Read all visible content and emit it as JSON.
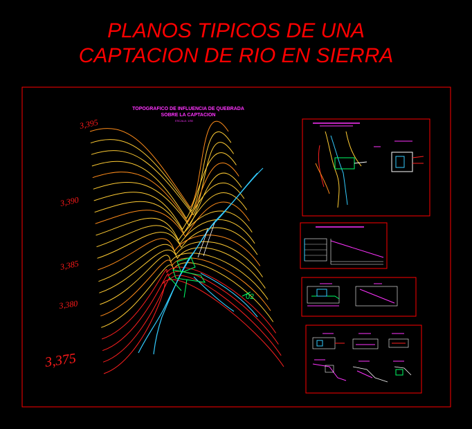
{
  "title": {
    "line1": "PLANOS TIPICOS DE UNA",
    "line2": "CAPTACION DE RIO EN SIERRA"
  },
  "topo": {
    "heading_line1": "TOPOGRAFICO DE INFLUENCIA DE QUEBRADA",
    "heading_line2": "SOBRE LA CAPTACION",
    "scale": "ESCALA: 1/50",
    "elevations": [
      "3,395",
      "3,390",
      "3,385",
      "3,380",
      "3,375"
    ],
    "stream_label": "02"
  },
  "colors": {
    "title": "#ff0000",
    "frame": "#ff0000",
    "contour_yellow": "#ffcc33",
    "contour_orange": "#ff8c1a",
    "contour_red": "#ff2020",
    "stream": "#33ccff",
    "structure": "#00ff66",
    "heading": "#ff33ff"
  }
}
